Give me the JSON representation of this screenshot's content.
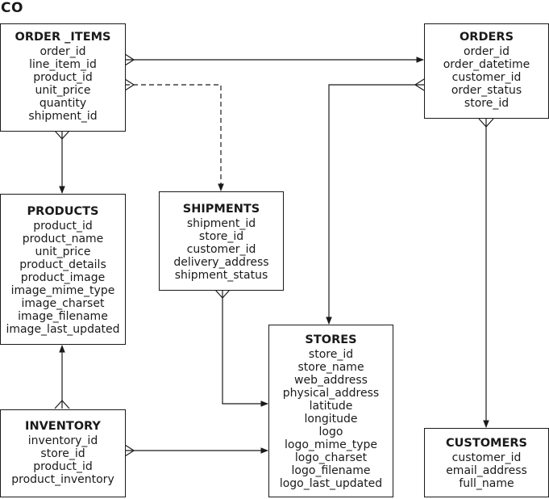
{
  "schema_name": "CO",
  "entities": {
    "order_items": {
      "title": "ORDER _ITEMS",
      "attributes": [
        "order_id",
        "line_item_id",
        "product_id",
        "unit_price",
        "quantity",
        "shipment_id"
      ]
    },
    "orders": {
      "title": "ORDERS",
      "attributes": [
        "order_id",
        "order_datetime",
        "customer_id",
        "order_status",
        "store_id"
      ]
    },
    "products": {
      "title": "PRODUCTS",
      "attributes": [
        "product_id",
        "product_name",
        "unit_price",
        "product_details",
        "product_image",
        "image_mime_type",
        "image_charset",
        "image_filename",
        "image_last_updated"
      ]
    },
    "shipments": {
      "title": "SHIPMENTS",
      "attributes": [
        "shipment_id",
        "store_id",
        "customer_id",
        "delivery_address",
        "shipment_status"
      ]
    },
    "stores": {
      "title": "STORES",
      "attributes": [
        "store_id",
        "store_name",
        "web_address",
        "physical_address",
        "latitude",
        "longitude",
        "logo",
        "logo_mime_type",
        "logo_charset",
        "logo_filename",
        "logo_last_updated"
      ]
    },
    "inventory": {
      "title": "INVENTORY",
      "attributes": [
        "inventory_id",
        "store_id",
        "product_id",
        "product_inventory"
      ]
    },
    "customers": {
      "title": "CUSTOMERS",
      "attributes": [
        "customer_id",
        "email_address",
        "full_name"
      ]
    }
  },
  "relationships": [
    {
      "from": "order_items",
      "to": "orders",
      "style": "solid"
    },
    {
      "from": "order_items",
      "to": "shipments",
      "style": "dashed"
    },
    {
      "from": "order_items",
      "to": "products",
      "style": "solid"
    },
    {
      "from": "orders",
      "to": "stores",
      "style": "solid"
    },
    {
      "from": "orders",
      "to": "customers",
      "style": "solid"
    },
    {
      "from": "shipments",
      "to": "stores",
      "style": "solid"
    },
    {
      "from": "inventory",
      "to": "products",
      "style": "solid"
    },
    {
      "from": "inventory",
      "to": "stores",
      "style": "solid"
    }
  ]
}
